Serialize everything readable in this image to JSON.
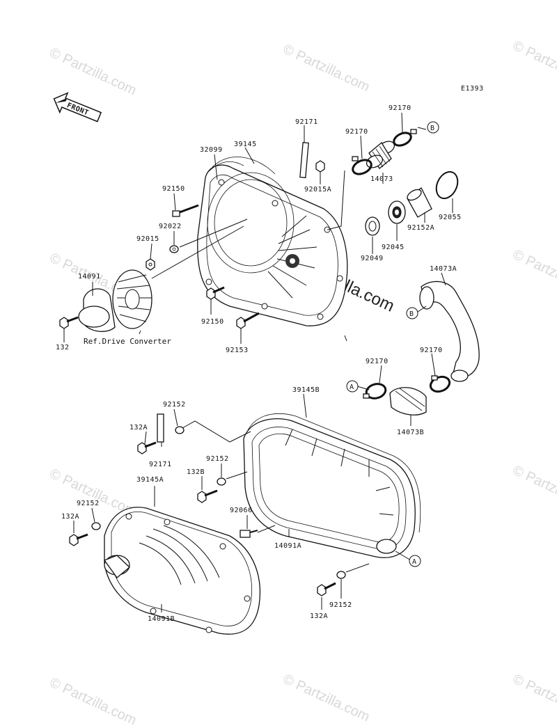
{
  "diagram_code": "E1393",
  "front_label": "FRONT",
  "reference_note": "Ref.Drive Converter",
  "watermark": "© Partzilla.com",
  "parts": {
    "p32099": "32099",
    "p39145": "39145",
    "p92171_top": "92171",
    "p92170_a": "92170",
    "p92170_b": "92170",
    "p92015A": "92015A",
    "p92150_a": "92150",
    "p92022": "92022",
    "p92015": "92015",
    "p14073": "14073",
    "p92055": "92055",
    "p92152A": "92152A",
    "p92045": "92045",
    "p92049": "92049",
    "p14091": "14091",
    "p132": "132",
    "p92150_b": "92150",
    "p92153": "92153",
    "p14073A": "14073A",
    "p92170_c": "92170",
    "p92170_d": "92170",
    "p14073B": "14073B",
    "p39145B": "39145B",
    "p92152_a": "92152",
    "p132A_a": "132A",
    "p92171_b": "92171",
    "p92152_b": "92152",
    "p132B": "132B",
    "p39145A": "39145A",
    "p92152_c": "92152",
    "p132A_b": "132A",
    "p92066": "92066",
    "p14091A": "14091A",
    "p14091B": "14091B",
    "p92152_d": "92152",
    "p132A_c": "132A"
  },
  "callouts": {
    "a": "A",
    "b": "B"
  }
}
